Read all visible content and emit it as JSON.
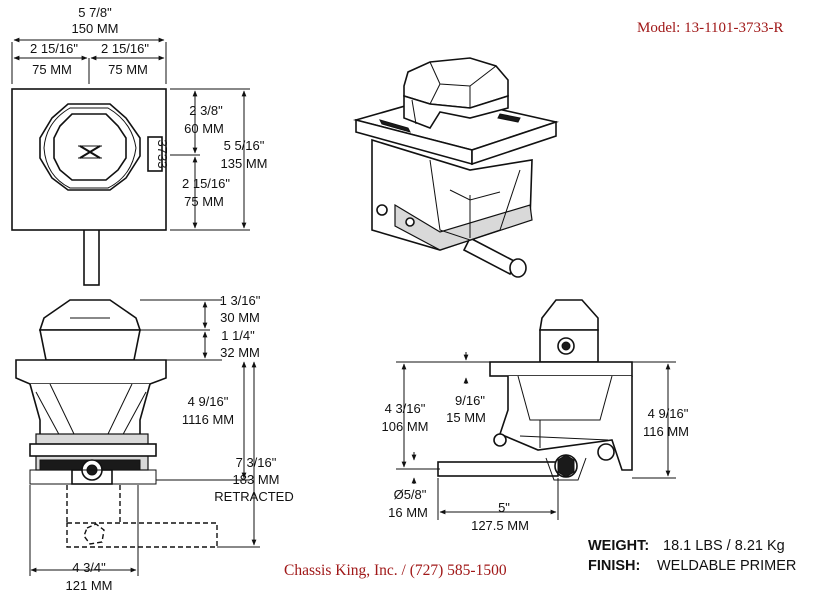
{
  "model": "Model: 13-1101-3733-R",
  "part_marking": "3733",
  "dimensions": {
    "overall_width_in": "5 7/8\"",
    "overall_width_mm": "150 MM",
    "half_left_in": "2 15/16\"",
    "half_left_mm": "75 MM",
    "half_right_in": "2 15/16\"",
    "half_right_mm": "75 MM",
    "top_offset_in": "2 3/8\"",
    "top_offset_mm": "60 MM",
    "plate_height_in": "5 5/16\"",
    "plate_height_mm": "135 MM",
    "lower_offset_in": "2 15/16\"",
    "lower_offset_mm": "75 MM",
    "head_height_in": "1 3/16\"",
    "head_height_mm": "30 MM",
    "neck_height_in": "1 1/4\"",
    "neck_height_mm": "32 MM",
    "body_height_in": "4 9/16\"",
    "body_height_mm": "1116 MM",
    "retracted_in": "7 3/16\"",
    "retracted_mm": "183 MM",
    "retracted_label": "RETRACTED",
    "base_width_in": "4 3/4\"",
    "base_width_mm": "121 MM",
    "side_pin_offset_in": "9/16\"",
    "side_pin_offset_mm": "15 MM",
    "side_height_in": "4 3/16\"",
    "side_height_mm": "106 MM",
    "side_body_in": "4 9/16\"",
    "side_body_mm": "116 MM",
    "pin_dia_in": "Ø5/8\"",
    "pin_dia_mm": "16 MM",
    "pin_len_in": "5\"",
    "pin_len_mm": "127.5 MM"
  },
  "specs": {
    "weight_label": "WEIGHT:",
    "weight_value": "18.1 LBS / 8.21 Kg",
    "finish_label": "FINISH:",
    "finish_value": "WELDABLE PRIMER"
  },
  "contact": "Chassis King, Inc. / (727) 585-1500"
}
